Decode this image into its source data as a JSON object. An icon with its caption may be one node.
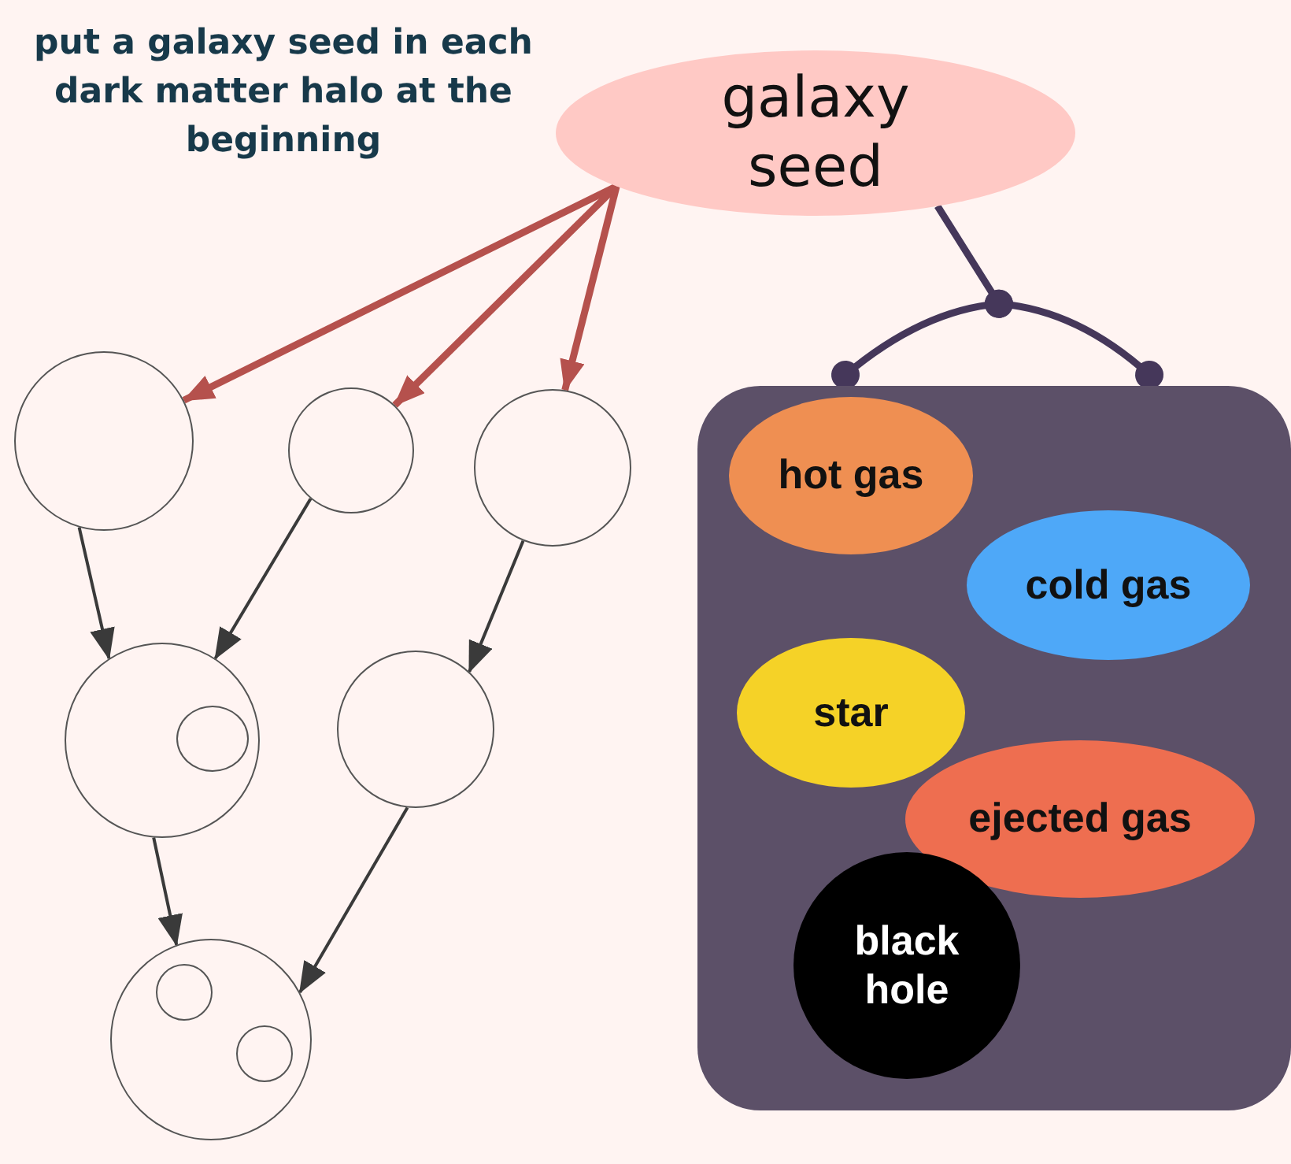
{
  "diagram": {
    "nodes": [
      {
        "text": [
          "galaxy seed"
        ]
      },
      {
        "text": [],
        "shape": "box"
      },
      {
        "text": [
          "hot gas"
        ],
        "in": 1
      },
      {
        "text": [
          "cold gas"
        ],
        "in": 1
      },
      {
        "text": [
          "star"
        ],
        "in": 1
      },
      {
        "text": [
          "ejected gas"
        ],
        "in": 1
      },
      {
        "text": [
          "black hole"
        ],
        "in": 1
      },
      {
        "text": [],
        "shape": "circle"
      },
      {
        "text": [],
        "shape": "circle"
      },
      {
        "text": [],
        "shape": "circle"
      },
      {
        "text": [],
        "shape": "circle"
      },
      {
        "text": [],
        "shape": "circle",
        "in": 10
      },
      {
        "text": [],
        "shape": "circle"
      },
      {
        "text": [],
        "shape": "circle"
      },
      {
        "text": [],
        "shape": "circle",
        "in": 13
      },
      {
        "text": [],
        "shape": "circle",
        "in": 13
      }
    ],
    "edges": [
      {
        "from": 0,
        "to": 7,
        "arrow": "to",
        "style": "thick",
        "color": "#b5514d"
      },
      {
        "from": 0,
        "to": 8,
        "arrow": "to",
        "style": "thick",
        "color": "#b5514d"
      },
      {
        "from": 0,
        "to": 9,
        "arrow": "to",
        "style": "thick",
        "color": "#b5514d"
      },
      {
        "from": 0,
        "to": 1,
        "arrow": "other",
        "style": "thick",
        "color": "#45375a"
      },
      {
        "from": 7,
        "to": 10,
        "arrow": "to"
      },
      {
        "from": 8,
        "to": 10,
        "arrow": "to"
      },
      {
        "from": 9,
        "to": 12,
        "arrow": "to"
      },
      {
        "from": 10,
        "to": 13,
        "arrow": "to"
      },
      {
        "from": 12,
        "to": 13,
        "arrow": "to"
      }
    ],
    "labels": [
      "put a galaxy seed in each dark matter halo at the beginning"
    ]
  }
}
